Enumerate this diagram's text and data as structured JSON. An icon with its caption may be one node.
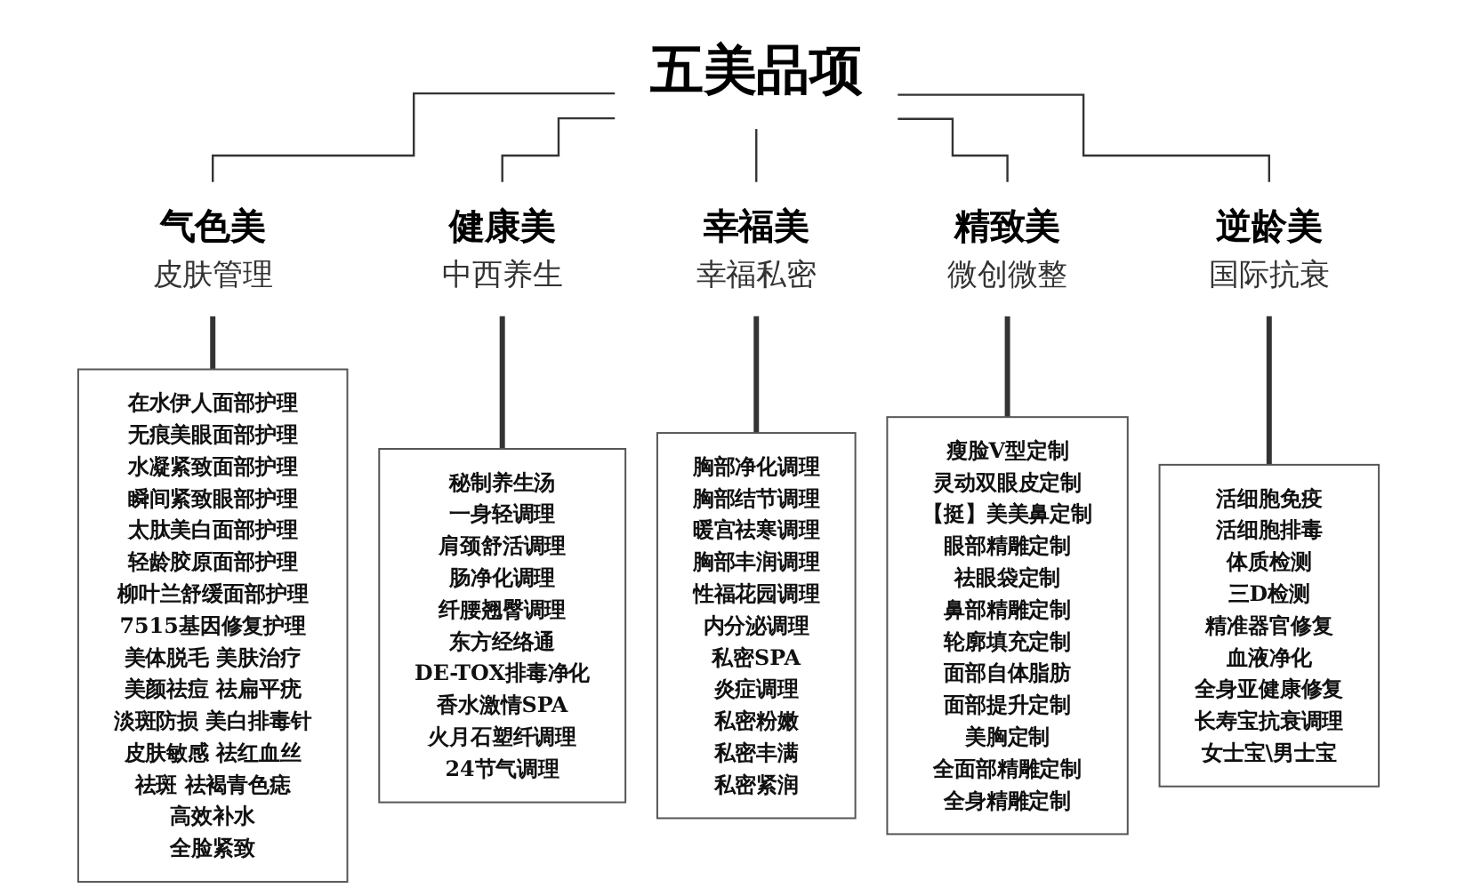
{
  "diagram": {
    "nodes": [
      {
        "text": [
          "五美品项"
        ]
      },
      {
        "text": [
          "气色美",
          "皮肤管理"
        ]
      },
      {
        "text": [
          "健康美",
          "中西养生"
        ]
      },
      {
        "text": [
          "幸福美",
          "幸福私密"
        ]
      },
      {
        "text": [
          "精致美",
          "微创微整"
        ]
      },
      {
        "text": [
          "逆龄美",
          "国际抗衰"
        ]
      },
      {
        "text": [
          "在水伊人面部护理",
          "无痕美眼面部护理",
          "水凝紧致面部护理",
          "瞬间紧致眼部护理",
          "太肽美白面部护理",
          "轻龄胶原面部护理",
          "柳叶兰舒缓面部护理",
          "7515基因修复护理",
          "美体脱毛 美肤治疗",
          "美颜祛痘 祛扁平疣",
          "淡斑防损 美白排毒针",
          "皮肤敏感 祛红血丝",
          "祛斑 祛褐青色痣",
          "高效补水",
          "全脸紧致"
        ]
      },
      {
        "text": [
          "秘制养生汤",
          "一身轻调理",
          "肩颈舒活调理",
          "肠净化调理",
          "纤腰翘臀调理",
          "东方经络通",
          "DE-TOX排毒净化",
          "香水激情SPA",
          "火月石塑纤调理",
          "24节气调理"
        ]
      },
      {
        "text": [
          "胸部净化调理",
          "胸部结节调理",
          "暖宫祛寒调理",
          "胸部丰润调理",
          "性福花园调理",
          "内分泌调理",
          "私密SPA",
          "炎症调理",
          "私密粉嫩",
          "私密丰满",
          "私密紧润"
        ]
      },
      {
        "text": [
          "瘦脸V型定制",
          "灵动双眼皮定制",
          "【挺】美美鼻定制",
          "眼部精雕定制",
          "祛眼袋定制",
          "鼻部精雕定制",
          "轮廓填充定制",
          "面部自体脂肪",
          "面部提升定制",
          "美胸定制",
          "全面部精雕定制",
          "全身精雕定制"
        ]
      },
      {
        "text": [
          "活细胞免疫",
          "活细胞排毒",
          "体质检测",
          "三D检测",
          "精准器官修复",
          "血液净化",
          "全身亚健康修复",
          "长寿宝抗衰调理",
          "女士宝\\男士宝"
        ]
      }
    ],
    "edges": [
      {
        "from": 0,
        "to": 1,
        "arrow": "none"
      },
      {
        "from": 0,
        "to": 2,
        "arrow": "none"
      },
      {
        "from": 0,
        "to": 3,
        "arrow": "none"
      },
      {
        "from": 0,
        "to": 4,
        "arrow": "none"
      },
      {
        "from": 0,
        "to": 5,
        "arrow": "none"
      },
      {
        "from": 1,
        "to": 6,
        "arrow": "none",
        "style": "thick"
      },
      {
        "from": 2,
        "to": 7,
        "arrow": "none",
        "style": "thick"
      },
      {
        "from": 3,
        "to": 8,
        "arrow": "none",
        "style": "thick"
      },
      {
        "from": 4,
        "to": 9,
        "arrow": "none",
        "style": "thick"
      },
      {
        "from": 5,
        "to": 10,
        "arrow": "none",
        "style": "thick"
      }
    ]
  }
}
